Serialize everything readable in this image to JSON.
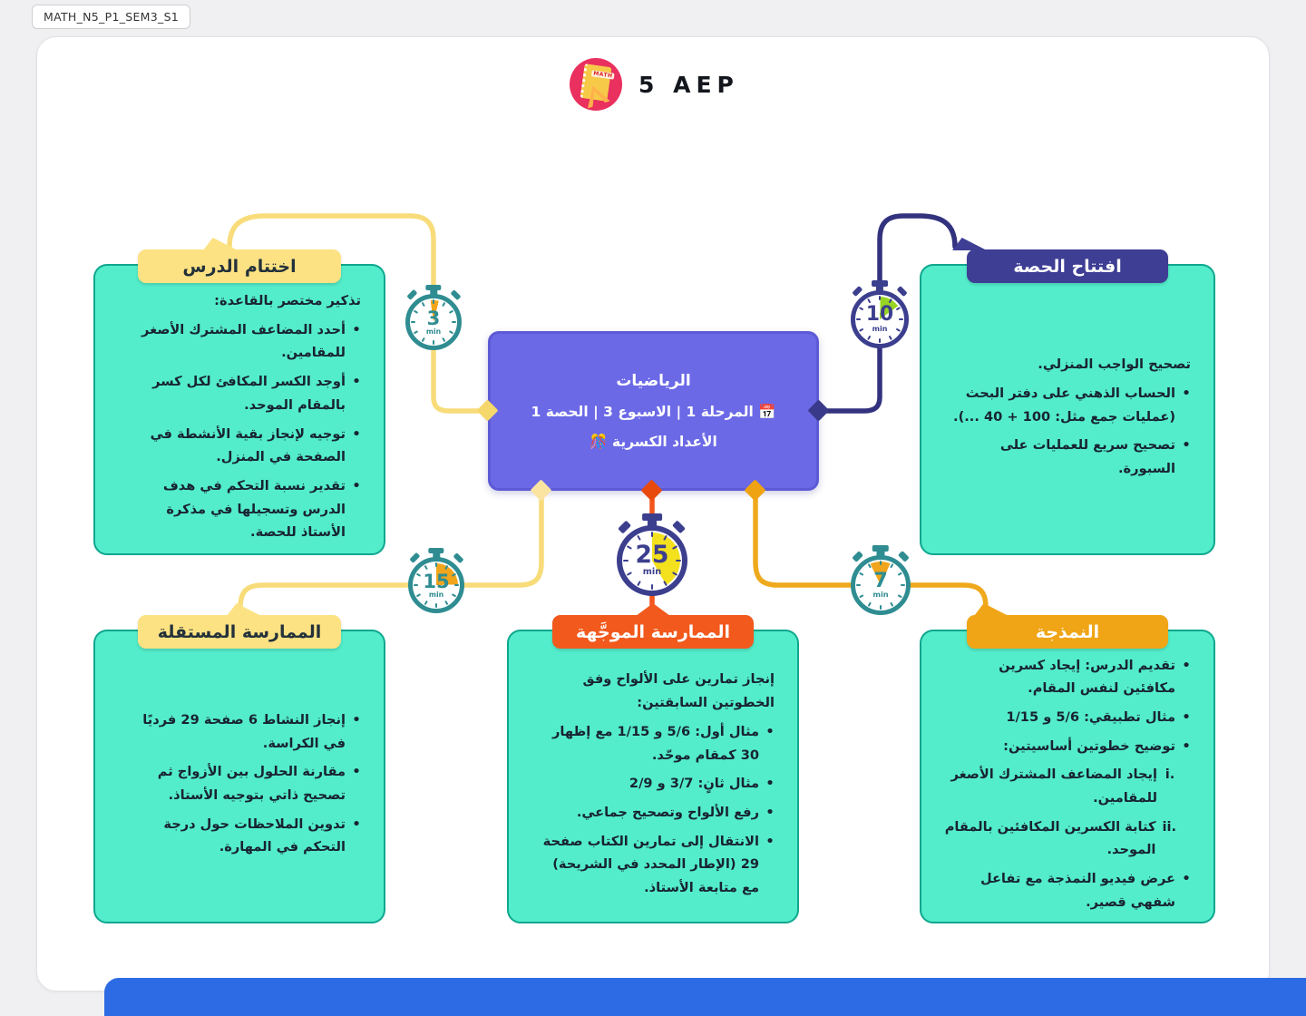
{
  "page_tag": "MATH_N5_P1_SEM3_S1",
  "brand": {
    "name": "5 AEP",
    "logo_text": "MATH"
  },
  "center": {
    "title": "الرياضيات",
    "subtitle": "📅 المرحلة 1 | الاسبوع 3 | الحصة 1",
    "topic": "الأعداد الكسرية 🎊"
  },
  "sections": [
    {
      "id": "lesson-closing",
      "title": "اختتام الدرس",
      "items": [
        {
          "type": "lead",
          "text": "تذكير مختصر بالقاعدة:"
        },
        {
          "type": "bullet",
          "text": "أحدد المضاعف المشترك الأصغر للمقامين."
        },
        {
          "type": "bullet",
          "text": "أوجد الكسر المكافئ لكل كسر بالمقام الموحد."
        },
        {
          "type": "bullet",
          "text": "توجيه لإنجاز بقية الأنشطة في الصفحة في المنزل."
        },
        {
          "type": "bullet",
          "text": "تقدير نسبة التحكم في هدف الدرس وتسجيلها في مذكرة الأستاذ للحصة."
        }
      ]
    },
    {
      "id": "session-opening",
      "title": "افتتاح الحصة",
      "items": [
        {
          "type": "lead",
          "text": "تصحيح الواجب المنزلي."
        },
        {
          "type": "bullet",
          "text": "الحساب الذهني على دفتر البحث (عمليات جمع مثل: 100 + 40 ...)."
        },
        {
          "type": "bullet",
          "text": "تصحيح سريع للعمليات على السبورة."
        }
      ]
    },
    {
      "id": "independent-practice",
      "title": "الممارسة المستقلة",
      "items": [
        {
          "type": "bullet",
          "text": "إنجاز النشاط 6 صفحة 29 فرديًا في الكراسة."
        },
        {
          "type": "bullet",
          "text": "مقارنة الحلول بين الأزواج ثم تصحيح ذاتي بتوجيه الأستاذ."
        },
        {
          "type": "bullet",
          "text": "تدوين الملاحظات حول درجة التحكم في المهارة."
        }
      ]
    },
    {
      "id": "guided-practice",
      "title": "الممارسة الموجَّهة",
      "items": [
        {
          "type": "lead",
          "text": "إنجاز تمارين على الألواح وفق الخطوتين السابقتين:"
        },
        {
          "type": "bullet",
          "text": "مثال أول: 5/6 و 1/15 مع إظهار 30 كمقام موحّد."
        },
        {
          "type": "bullet",
          "text": "مثال ثانٍ: 3/7 و 2/9"
        },
        {
          "type": "bullet",
          "text": "رفع الألواح وتصحيح جماعي."
        },
        {
          "type": "bullet",
          "text": "الانتقال إلى تمارين الكتاب صفحة 29 (الإطار المحدد في الشريحة) مع متابعة الأستاذ."
        }
      ]
    },
    {
      "id": "modeling",
      "title": "النمذجة",
      "items": [
        {
          "type": "bullet",
          "text": "تقديم الدرس: إيجاد كسرين مكافئين لنفس المقام."
        },
        {
          "type": "bullet",
          "text": "مثال تطبيقي: 5/6 و 1/15"
        },
        {
          "type": "bullet",
          "text": "توضيح خطوتين أساسيتين:"
        },
        {
          "type": "sub",
          "marker": "i.",
          "text": "إيجاد المضاعف المشترك الأصغر للمقامين."
        },
        {
          "type": "sub",
          "marker": "ii.",
          "text": "كتابة الكسرين المكافئين بالمقام الموحد."
        },
        {
          "type": "bullet",
          "text": "عرض فيديو النمذجة مع تفاعل شفهي قصير."
        }
      ]
    }
  ],
  "timers": [
    {
      "id": "closing-timer",
      "value": "3",
      "unit": "min"
    },
    {
      "id": "opening-timer",
      "value": "10",
      "unit": "min"
    },
    {
      "id": "independent-timer",
      "value": "15",
      "unit": "min"
    },
    {
      "id": "guided-timer",
      "value": "25",
      "unit": "min"
    },
    {
      "id": "modeling-timer",
      "value": "7",
      "unit": "min"
    }
  ],
  "colors": {
    "box_fill": "#53edcb",
    "box_border": "#0fa78f",
    "center_fill": "#6b69e6",
    "header_yellow": "#fce283",
    "header_navy": "#3e3e95",
    "header_orange": "#f2591d",
    "header_amber": "#f0a517",
    "timer_teal": "#2f8d92",
    "timer_navy": "#3c3e8e",
    "wedge_green": "#97d424",
    "wedge_yellow": "#f4e11e",
    "wedge_amber": "#f0a51c",
    "wedge_orange": "#f5a51c",
    "line_yellow": "#f8dc7a",
    "line_navy": "#32327e",
    "line_orange": "#f4551c",
    "line_amber": "#efa91c",
    "strip_blue": "#2d6be4",
    "logo_pink": "#e9305f"
  }
}
